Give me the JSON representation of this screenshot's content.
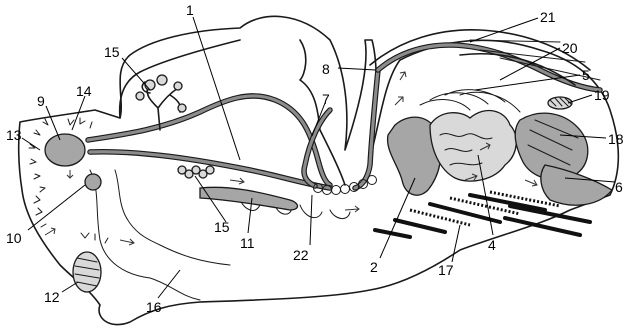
{
  "diagram": {
    "labels": [
      "1",
      "2",
      "4",
      "5",
      "6",
      "7",
      "8",
      "9",
      "10",
      "11",
      "12",
      "13",
      "14",
      "15",
      "15",
      "16",
      "17",
      "18",
      "19",
      "20",
      "21",
      "22"
    ]
  },
  "colors": {
    "outline": "#1a1a1a",
    "organ_fill": "#a6a6a6",
    "organ_light": "#d9d9d9",
    "background": "#ffffff"
  }
}
